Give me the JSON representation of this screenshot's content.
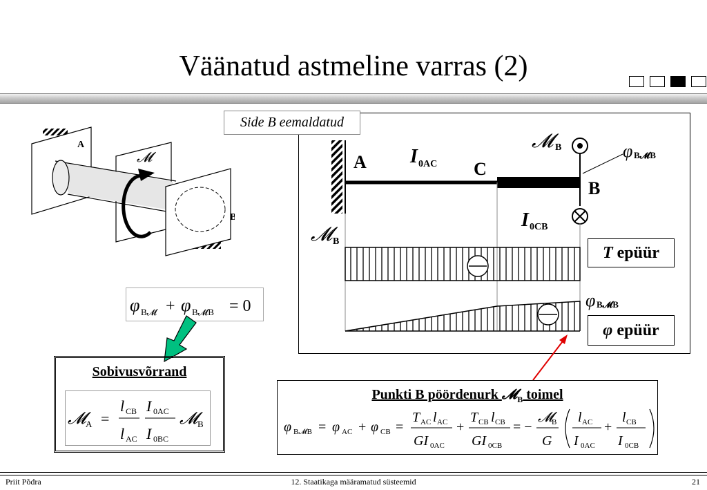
{
  "slide": {
    "title": "Väänatud astmeline varras (2)",
    "nav_squares": [
      false,
      false,
      true,
      false
    ]
  },
  "left_figure": {
    "label_a": "A",
    "label_b": "B",
    "label_m": "𝓜"
  },
  "diagram": {
    "side_label": "Side B eemaldatud",
    "label_mb_top": "𝓜",
    "label_mb_top_sub": "B",
    "label_phi_top": "φ",
    "label_phi_top_sub": "B𝓜B",
    "label_a": "A",
    "label_c": "C",
    "label_b": "B",
    "label_i_ac": "I",
    "label_i_ac_sub": "0AC",
    "label_i_cb": "I",
    "label_i_cb_sub": "0CB",
    "label_mb_left": "𝓜",
    "label_mb_left_sub": "B",
    "t_epuur_t": "T",
    "t_epuur_text": " epüür",
    "phi_epuur_phi": "φ",
    "phi_epuur_text": " epüür",
    "label_phi_right": "φ",
    "label_phi_right_sub": "B𝓜B"
  },
  "equation_zero": {
    "phi1": "φ",
    "sub1": "B𝓜",
    "plus": "+",
    "phi2": "φ",
    "sub2": "B𝓜B",
    "eq": "= 0"
  },
  "sobivus": {
    "title": "Sobivusvõrrand",
    "m_a": "𝓜",
    "m_a_sub": "A",
    "eq": "=",
    "l_cb": "l",
    "l_cb_sub": "CB",
    "l_ac": "l",
    "l_ac_sub": "AC",
    "i_0ac": "I",
    "i_0ac_sub": "0AC",
    "i_0bc": "I",
    "i_0bc_sub": "0BC",
    "m_b": "𝓜",
    "m_b_sub": "B"
  },
  "punkti": {
    "title_before": "Punkti B pöördenurk ",
    "title_m": "𝓜",
    "title_m_sub": "B",
    "title_after": " toimel",
    "phi_lhs": "φ",
    "phi_lhs_sub": "B𝓜B",
    "eq1": "=",
    "phi_ac": "φ",
    "phi_ac_sub": "AC",
    "plus1": "+",
    "phi_cb": "φ",
    "phi_cb_sub": "CB",
    "eq2": "=",
    "t_ac": "T",
    "t_ac_sub": "AC",
    "l_ac": "l",
    "l_ac_sub": "AC",
    "gi_ac": "GI",
    "gi_ac_sub": "0AC",
    "plus2": "+",
    "t_cb": "T",
    "t_cb_sub": "CB",
    "l_cb": "l",
    "l_cb_sub": "CB",
    "gi_cb": "GI",
    "gi_cb_sub": "0CB",
    "eq3": "= −",
    "m_b": "𝓜",
    "m_b_sub": "B",
    "g": "G",
    "l_ac2": "l",
    "l_ac2_sub": "AC",
    "i_ac2": "I",
    "i_ac2_sub": "0AC",
    "plus3": "+",
    "l_cb2": "l",
    "l_cb2_sub": "CB",
    "i_cb2": "I",
    "i_cb2_sub": "0CB"
  },
  "footer": {
    "author": "Priit Põdra",
    "course": "12. Staatikaga määramatud süsteemid",
    "page": "21"
  }
}
